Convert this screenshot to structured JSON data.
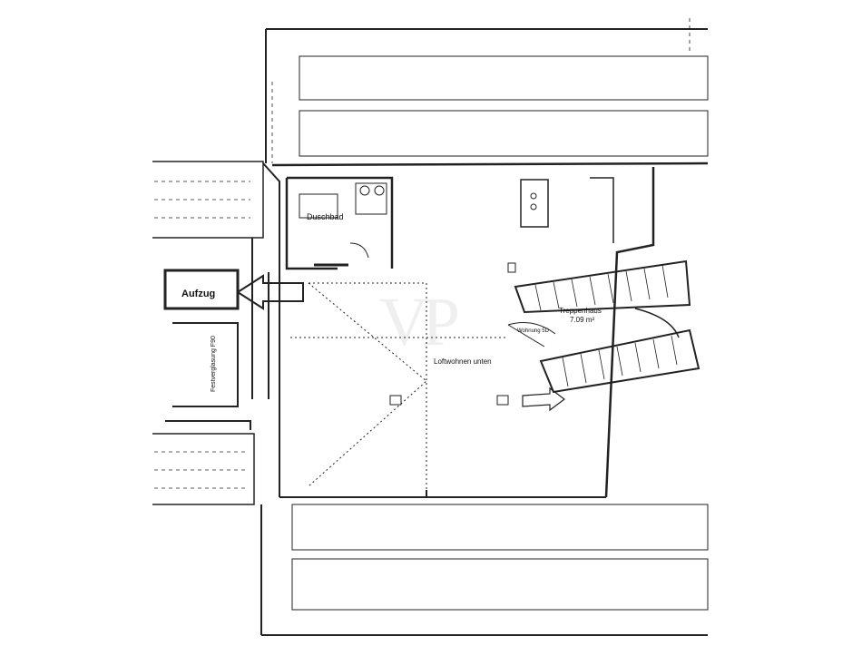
{
  "plan": {
    "elevator_label": "Aufzug",
    "shower_label": "Duschbad",
    "stair_label": "Treppenhaus",
    "stair_area": "7.09 m²",
    "loft_label": "Loftwohnen unten",
    "apartment_label": "Wohnung 5D",
    "glazing_label": "Festverglasung F90",
    "watermark": "VP"
  },
  "colors": {
    "line": "#111111",
    "background": "#ffffff"
  }
}
